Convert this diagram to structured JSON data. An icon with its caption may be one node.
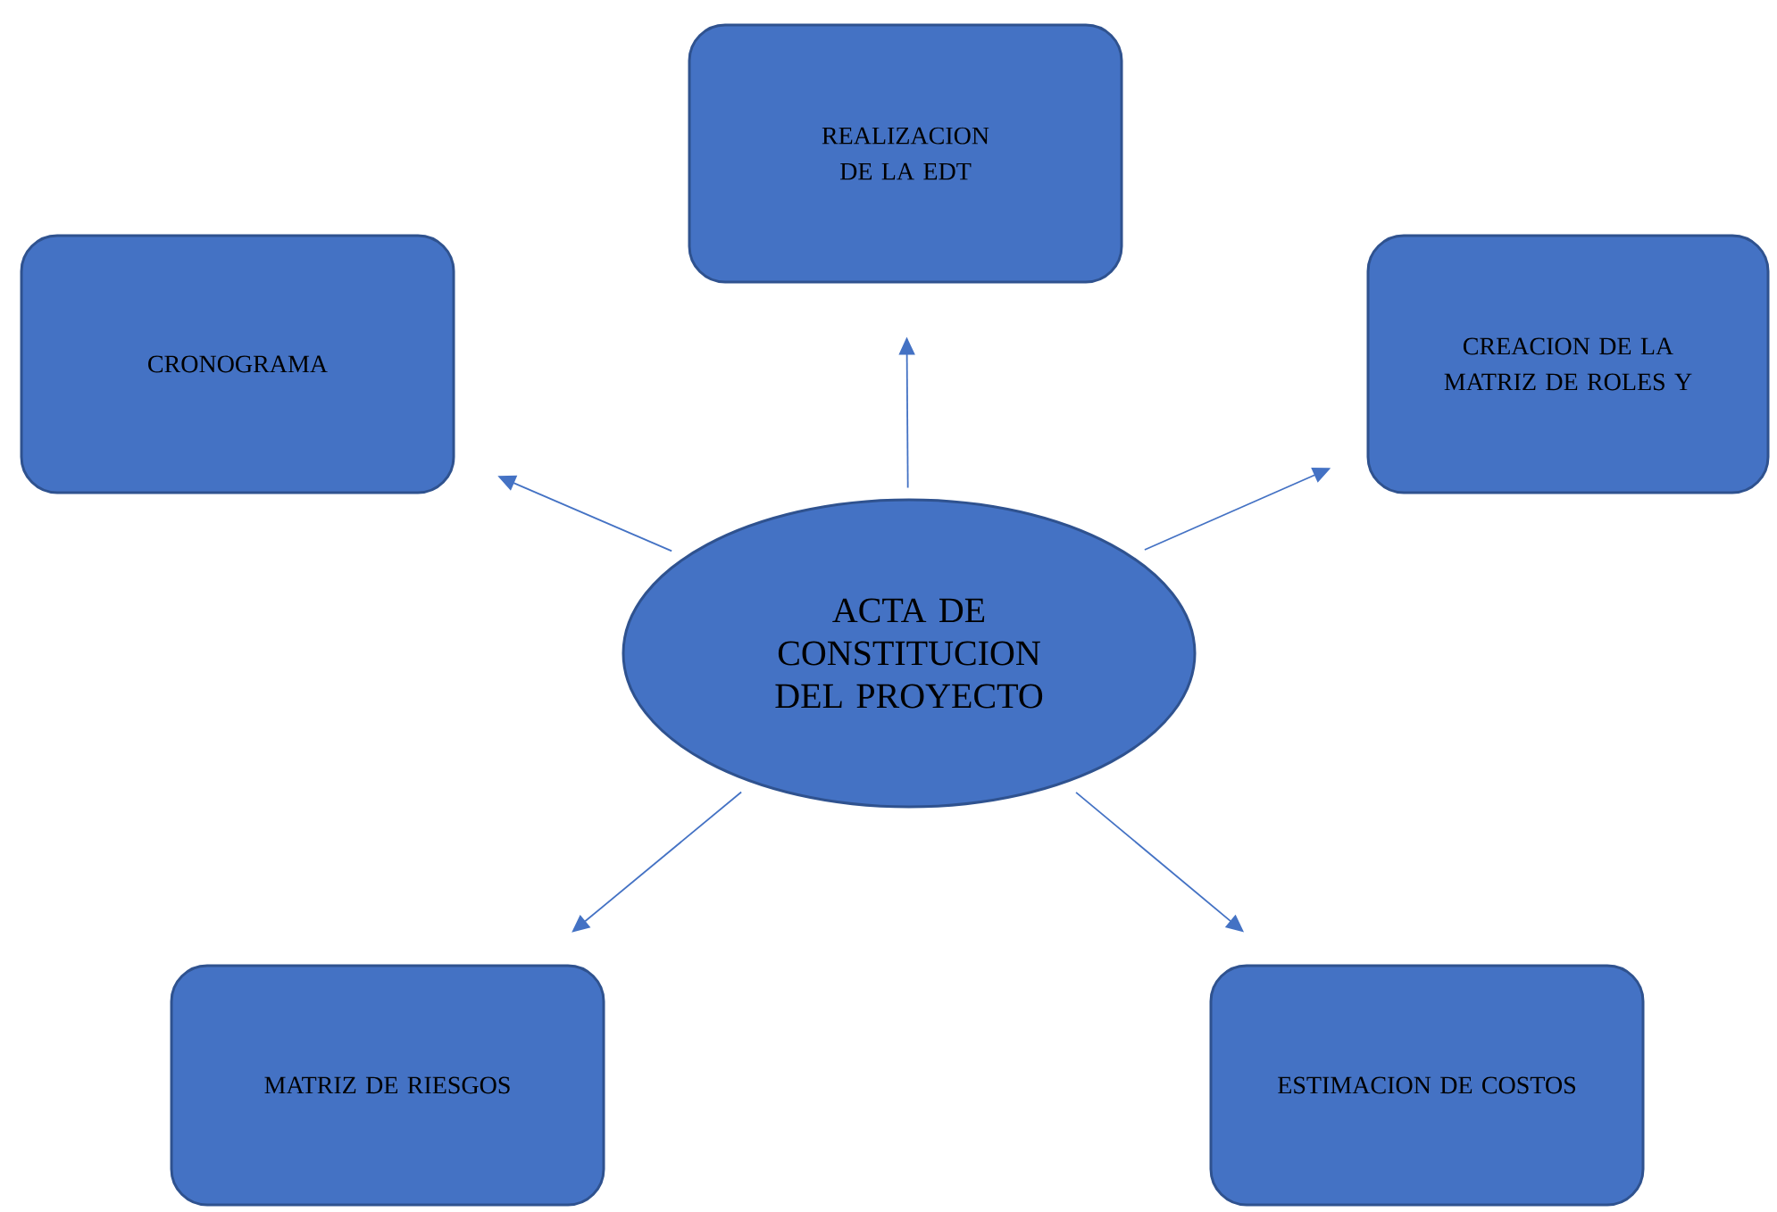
{
  "diagram": {
    "nodes": [
      {
        "text": [
          "REALIZACION DE LA EDT"
        ]
      },
      {
        "text": [
          "CRONOGRAMA"
        ]
      },
      {
        "text": [
          "CREACION DE LA MATRIZ DE ROLES Y"
        ]
      },
      {
        "text": [
          "ACTA DE CONSTITUCION DEL PROYECTO"
        ]
      },
      {
        "text": [
          "MATRIZ DE RIESGOS"
        ]
      },
      {
        "text": [
          "ESTIMACION DE COSTOS"
        ]
      }
    ],
    "edges": [
      {
        "from": 3,
        "to": 0,
        "arrow": "to"
      },
      {
        "from": 3,
        "to": 1,
        "arrow": "to"
      },
      {
        "from": 3,
        "to": 2,
        "arrow": "to"
      },
      {
        "from": 3,
        "to": 4,
        "arrow": "to"
      },
      {
        "from": 3,
        "to": 5,
        "arrow": "to"
      }
    ]
  }
}
